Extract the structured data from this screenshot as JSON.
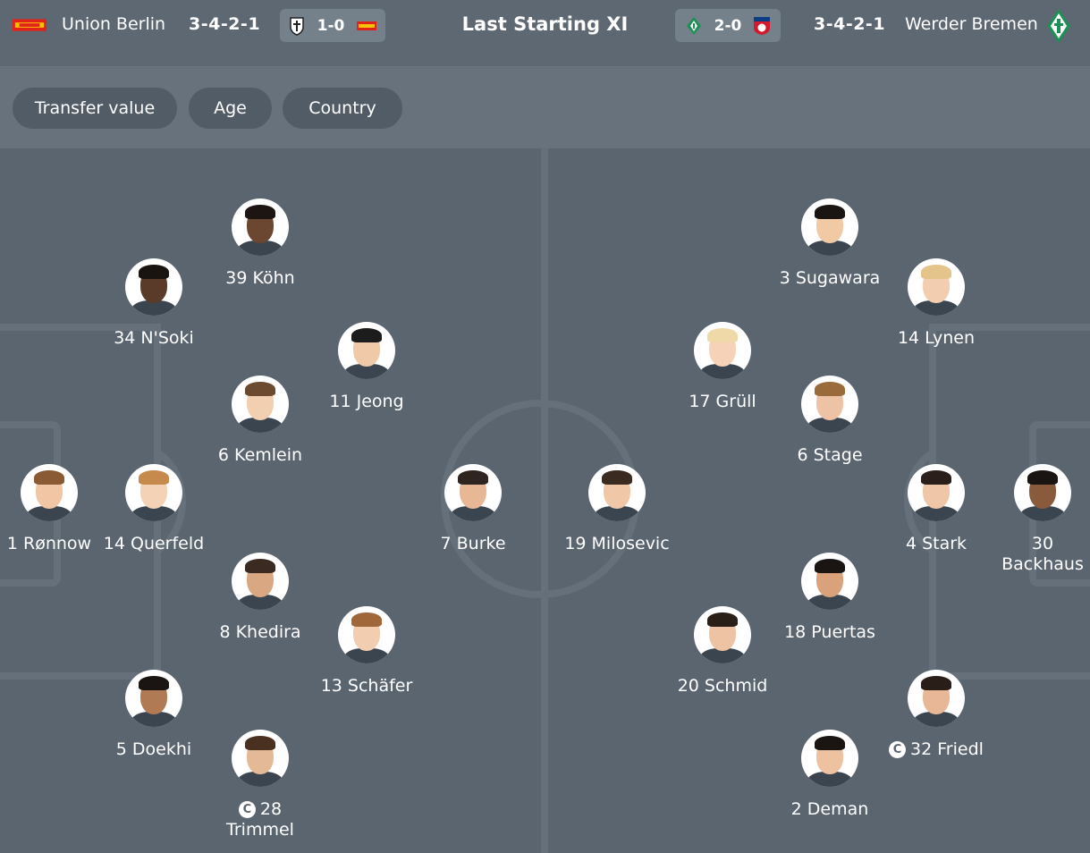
{
  "header": {
    "title": "Last Starting XI",
    "home": {
      "name": "Union Berlin",
      "formation": "3-4-2-1",
      "last_result": "1-0",
      "crest": "union-berlin-crest",
      "opponent_crest": "monchengladbach-crest"
    },
    "away": {
      "name": "Werder Bremen",
      "formation": "3-4-2-1",
      "last_result": "2-0",
      "crest": "werder-bremen-crest",
      "opponent_crest": "heidenheim-crest"
    }
  },
  "filters": [
    "Transfer value",
    "Age",
    "Country"
  ],
  "home_players": [
    {
      "label": "39 Köhn",
      "captain": false
    },
    {
      "label": "34 N'Soki",
      "captain": false
    },
    {
      "label": "11 Jeong",
      "captain": false
    },
    {
      "label": "6 Kemlein",
      "captain": false
    },
    {
      "label": "1 Rønnow",
      "captain": false
    },
    {
      "label": "14 Querfeld",
      "captain": false
    },
    {
      "label": "7 Burke",
      "captain": false
    },
    {
      "label": "8 Khedira",
      "captain": false
    },
    {
      "label": "13 Schäfer",
      "captain": false
    },
    {
      "label": "5 Doekhi",
      "captain": false
    },
    {
      "label": "28 Trimmel",
      "captain": true
    }
  ],
  "away_players": [
    {
      "label": "3 Sugawara",
      "captain": false
    },
    {
      "label": "14 Lynen",
      "captain": false
    },
    {
      "label": "17 Grüll",
      "captain": false
    },
    {
      "label": "6 Stage",
      "captain": false
    },
    {
      "label": "19 Milosevic",
      "captain": false
    },
    {
      "label": "4 Stark",
      "captain": false
    },
    {
      "label": "30 Backhaus",
      "captain": false
    },
    {
      "label": "18 Puertas",
      "captain": false
    },
    {
      "label": "20 Schmid",
      "captain": false
    },
    {
      "label": "32 Friedl",
      "captain": true
    },
    {
      "label": "2 Deman",
      "captain": false
    }
  ],
  "captain_badge": "C",
  "colors": {
    "background": "#5b6570",
    "header": "#5e6872",
    "filters": "#68727c",
    "chip": "#525c66",
    "lines": "#65707a",
    "union_red": "#e2231a",
    "union_yellow": "#f6c300",
    "werder_green": "#1d9053",
    "heidenheim_red": "#d7172c",
    "heidenheim_blue": "#0c3e86"
  }
}
